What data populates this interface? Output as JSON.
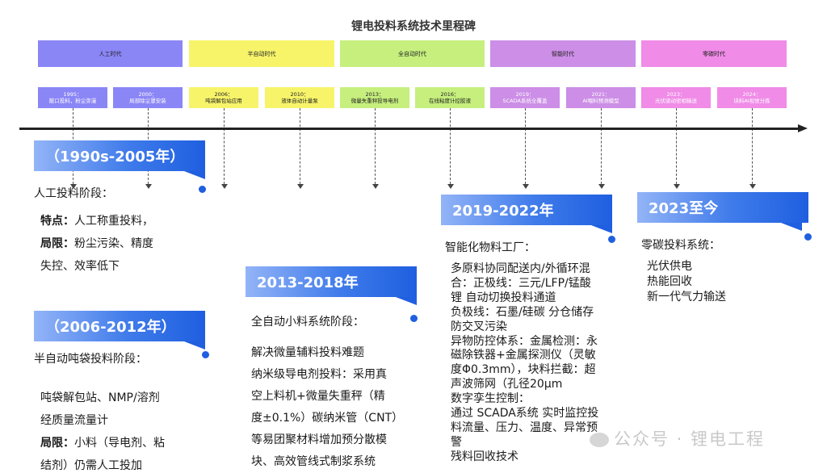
{
  "title": "锂电投料系统技术里程碑",
  "eras": [
    {
      "label": "人工时代",
      "color": "#8b86f6"
    },
    {
      "label": "半自动时代",
      "color": "#f7f46a"
    },
    {
      "label": "全自动时代",
      "color": "#c6ef7e"
    },
    {
      "label": "智能时代",
      "color": "#cc8ee6"
    },
    {
      "label": "零碳时代",
      "color": "#f08be7"
    }
  ],
  "events": [
    {
      "year": "1995：",
      "text": "敞口投料，粉尘弥漫"
    },
    {
      "year": "2000：",
      "text": "局部除尘罩安装"
    },
    {
      "year": "2006：",
      "text": "吨袋解包站应用"
    },
    {
      "year": "2010：",
      "text": "液体自动计量泵"
    },
    {
      "year": "2013：",
      "text": "微量失重秤投导电剂"
    },
    {
      "year": "2016：",
      "text": "在线粘度计控胶液"
    },
    {
      "year": "2019：",
      "text": "SCADA系统全覆盖"
    },
    {
      "year": "2021：",
      "text": "AI喂料预测模型"
    },
    {
      "year": "2023：",
      "text": "光伏驱动密相输送"
    },
    {
      "year": "2024：",
      "text": "块料AI视觉分拣"
    }
  ],
  "stages": {
    "s1": {
      "banner": "（1990s-2005年）",
      "heading": "人工投料阶段：",
      "feature_label": "特点：",
      "feature_text": "人工称重投料，",
      "limit_label": "局限：",
      "limit_text": "粉尘污染、精度",
      "limit_cont": "失控、效率低下"
    },
    "s2": {
      "banner": "（2006-2012年）",
      "heading": "半自动吨袋投料阶段：",
      "line1": "吨袋解包站、NMP/溶剂",
      "line2": "经质量流量计",
      "limit_label": "局限：",
      "limit_text": "小料（导电剂、粘",
      "limit_cont": "结剂）仍需人工投加"
    },
    "s3": {
      "banner": "2013-2018年",
      "heading": "全自动小料系统阶段：",
      "lines": [
        "解决微量辅料投料难题",
        "纳米级导电剂投料：采用真",
        "空上料机+微量失重秤（精",
        "度±0.1%）碳纳米管（CNT）",
        "等易团聚材料增加预分散模",
        "块、高效管线式制浆系统"
      ]
    },
    "s4": {
      "banner": "2019-2022年",
      "heading": "智能化物料工厂：",
      "lines": [
        "多原料协同配送内/外循环混",
        "合：正极线：三元/LFP/锰酸",
        "锂 自动切换投料通道",
        "负极线：石墨/硅碳 分仓储存",
        "防交叉污染",
        "异物防控体系：金属检测：永",
        "磁除铁器+金属探测仪（灵敏",
        "度Φ0.3mm），块料拦截：超",
        "声波筛网（孔径20μm",
        "数字孪生控制：",
        "通过 SCADA系统 实时监控投",
        "料流量、压力、温度、异常预",
        "警",
        "残料回收技术"
      ]
    },
    "s5": {
      "banner": "2023至今",
      "heading": "零碳投料系统：",
      "lines": [
        "光伏供电",
        "热能回收",
        "新一代气力输送"
      ]
    }
  },
  "watermark": "公众号 · 锂电工程"
}
